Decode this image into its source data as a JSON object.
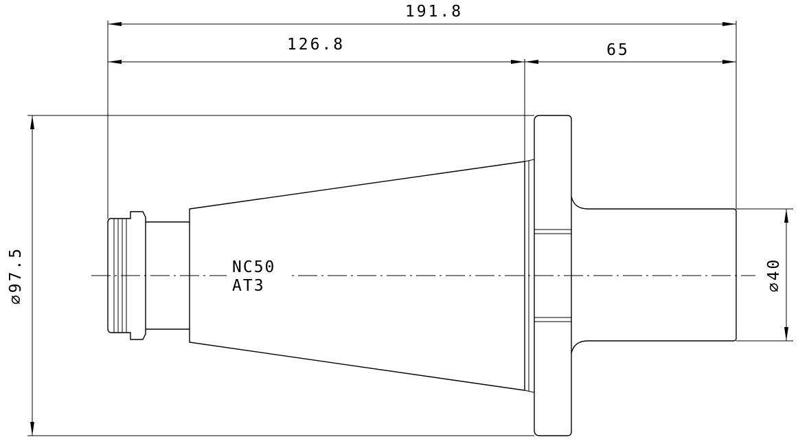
{
  "dimensions": {
    "overall_length": "191.8",
    "taper_length": "126.8",
    "shank_length": "65",
    "flange_diameter": "⌀97.5",
    "shank_diameter": "⌀40"
  },
  "labels": {
    "taper_standard": "NC50",
    "retention_type": "AT3"
  },
  "colors": {
    "line": "#000000",
    "background": "#ffffff"
  }
}
